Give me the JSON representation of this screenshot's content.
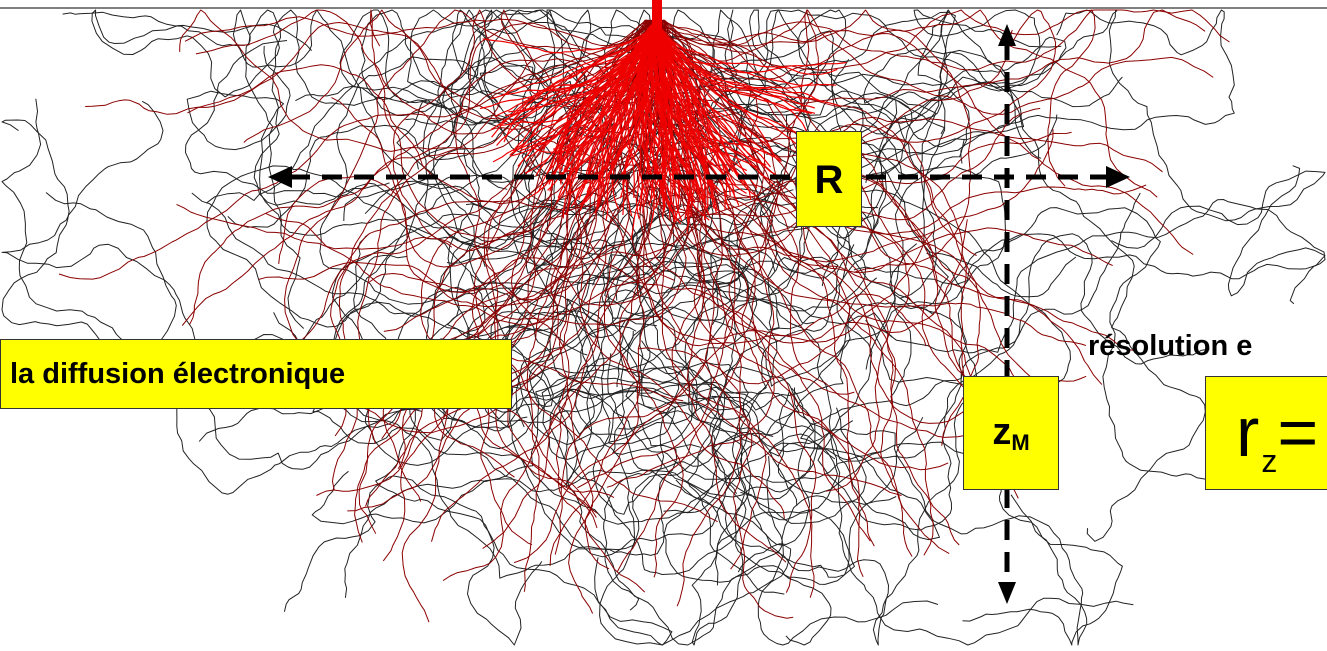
{
  "labels": {
    "diffusion": "la diffusion électronique",
    "range": "R",
    "depth_main": "z",
    "depth_sub": "M",
    "resolution": "résolution e",
    "rz_main": "r",
    "rz_sub": "z",
    "rz_trail": "="
  },
  "colors": {
    "highlight": "#ffff00",
    "primary_trajectory": "#ee0000",
    "secondary_trajectory": "#8b0000",
    "backscatter_trajectory": "#222222",
    "arrow": "#000000",
    "surface_line": "#555555"
  }
}
